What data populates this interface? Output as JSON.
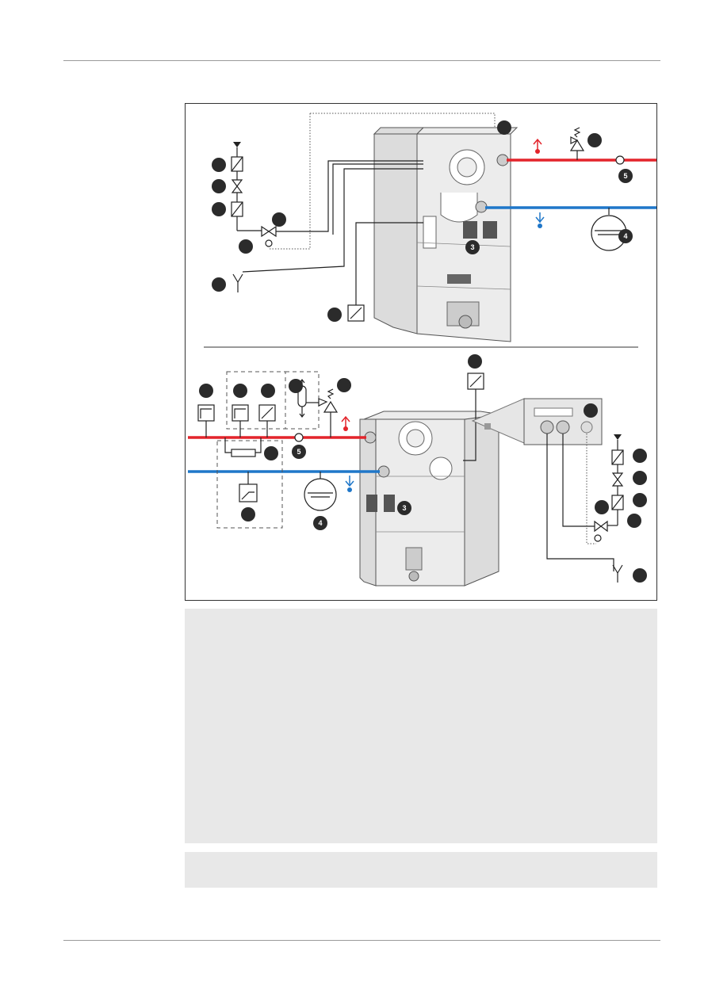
{
  "figure": {
    "callouts_top": [
      "3",
      "4",
      "5"
    ],
    "callouts_bottom": [
      "3",
      "4",
      "5"
    ]
  },
  "colors": {
    "supply": "#e3242b",
    "return": "#1f77c9",
    "badge": "#2b2b2b",
    "text_box": "#e8e8e8"
  }
}
